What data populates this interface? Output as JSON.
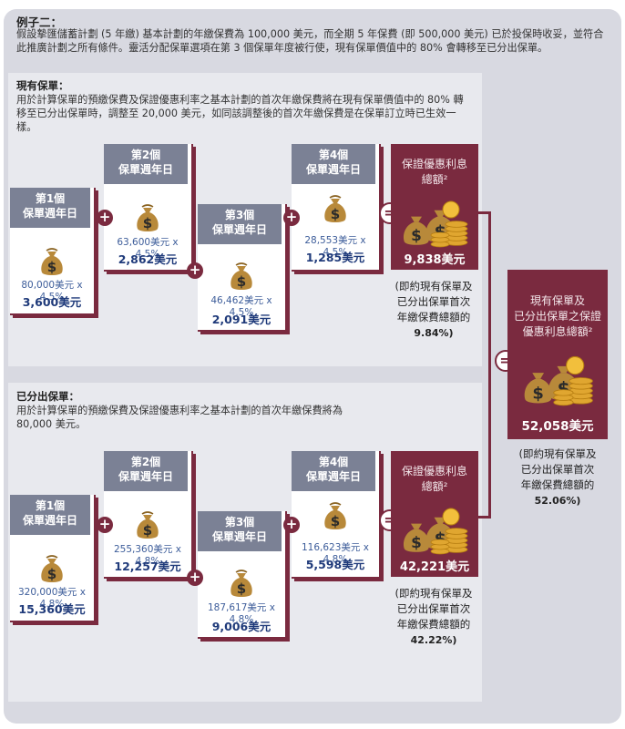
{
  "intro": {
    "title": "例子二：",
    "text": "假設摯匯儲蓄計劃 (5 年繳) 基本計劃的年繳保費為 100,000 美元，而全期 5 年保費 (即 500,000 美元) 已於投保時收妥，並符合此推廣計劃之所有條件。靈活分配保單選項在第 3 個保單年度被行使，現有保單價值中的 80% 會轉移至已分出保單。"
  },
  "existing": {
    "heading": "現有保單：",
    "text": "用於計算保單的預繳保費及保證優惠利率之基本計劃的首次年繳保費將在現有保單價值中的 80% 轉移至已分出保單時，調整至 20,000 美元，如同該調整後的首次年繳保費是在保單訂立時已生效一樣。",
    "cards": [
      {
        "tab": "第1個\n保單週年日",
        "calc": "80,000美元 x 4.5%",
        "amount": "3,600美元"
      },
      {
        "tab": "第2個\n保單週年日",
        "calc": "63,600美元 x 4.5%",
        "amount": "2,862美元"
      },
      {
        "tab": "第3個\n保單週年日",
        "calc": "46,462美元 x 4.5%",
        "amount": "2,091美元"
      },
      {
        "tab": "第4個\n保單週年日",
        "calc": "28,553美元 x 4.5%",
        "amount": "1,285美元"
      }
    ],
    "total_title": "保證優惠利息\n總額²",
    "total_amount": "9,838美元",
    "note_line1": "(即約現有保單及",
    "note_line2": "已分出保單首次",
    "note_line3": "年繳保費總額的",
    "note_pct": "9.84%)"
  },
  "split": {
    "heading": "已分出保單：",
    "text": "用於計算保單的預繳保費及保證優惠利率之基本計劃的首次年繳保費將為\n80,000 美元。",
    "cards": [
      {
        "tab": "第1個\n保單週年日",
        "calc": "320,000美元 x 4.8%",
        "amount": "15,360美元"
      },
      {
        "tab": "第2個\n保單週年日",
        "calc": "255,360美元 x 4.8%",
        "amount": "12,257美元"
      },
      {
        "tab": "第3個\n保單週年日",
        "calc": "187,617美元 x 4.8%",
        "amount": "9,006美元"
      },
      {
        "tab": "第4個\n保單週年日",
        "calc": "116,623美元 x 4.8%",
        "amount": "5,598美元"
      }
    ],
    "total_title": "保證優惠利息\n總額²",
    "total_amount": "42,221美元",
    "note_line1": "(即約現有保單及",
    "note_line2": "已分出保單首次",
    "note_line3": "年繳保費總額的",
    "note_pct": "42.22%)"
  },
  "grand": {
    "title": "現有保單及\n已分出保單之保證\n優惠利息總額²",
    "amount": "52,058美元",
    "note_line1": "(即約現有保單及",
    "note_line2": "已分出保單首次",
    "note_line3": "年繳保費總額的",
    "note_pct": "52.06%)"
  },
  "symbols": {
    "plus": "+",
    "equals": "="
  },
  "colors": {
    "maroon": "#7a2a3f",
    "tab_gray": "#7b8195",
    "amount_blue": "#1f3a7a",
    "gold": "#e0a630",
    "bag": "#b8893a"
  }
}
